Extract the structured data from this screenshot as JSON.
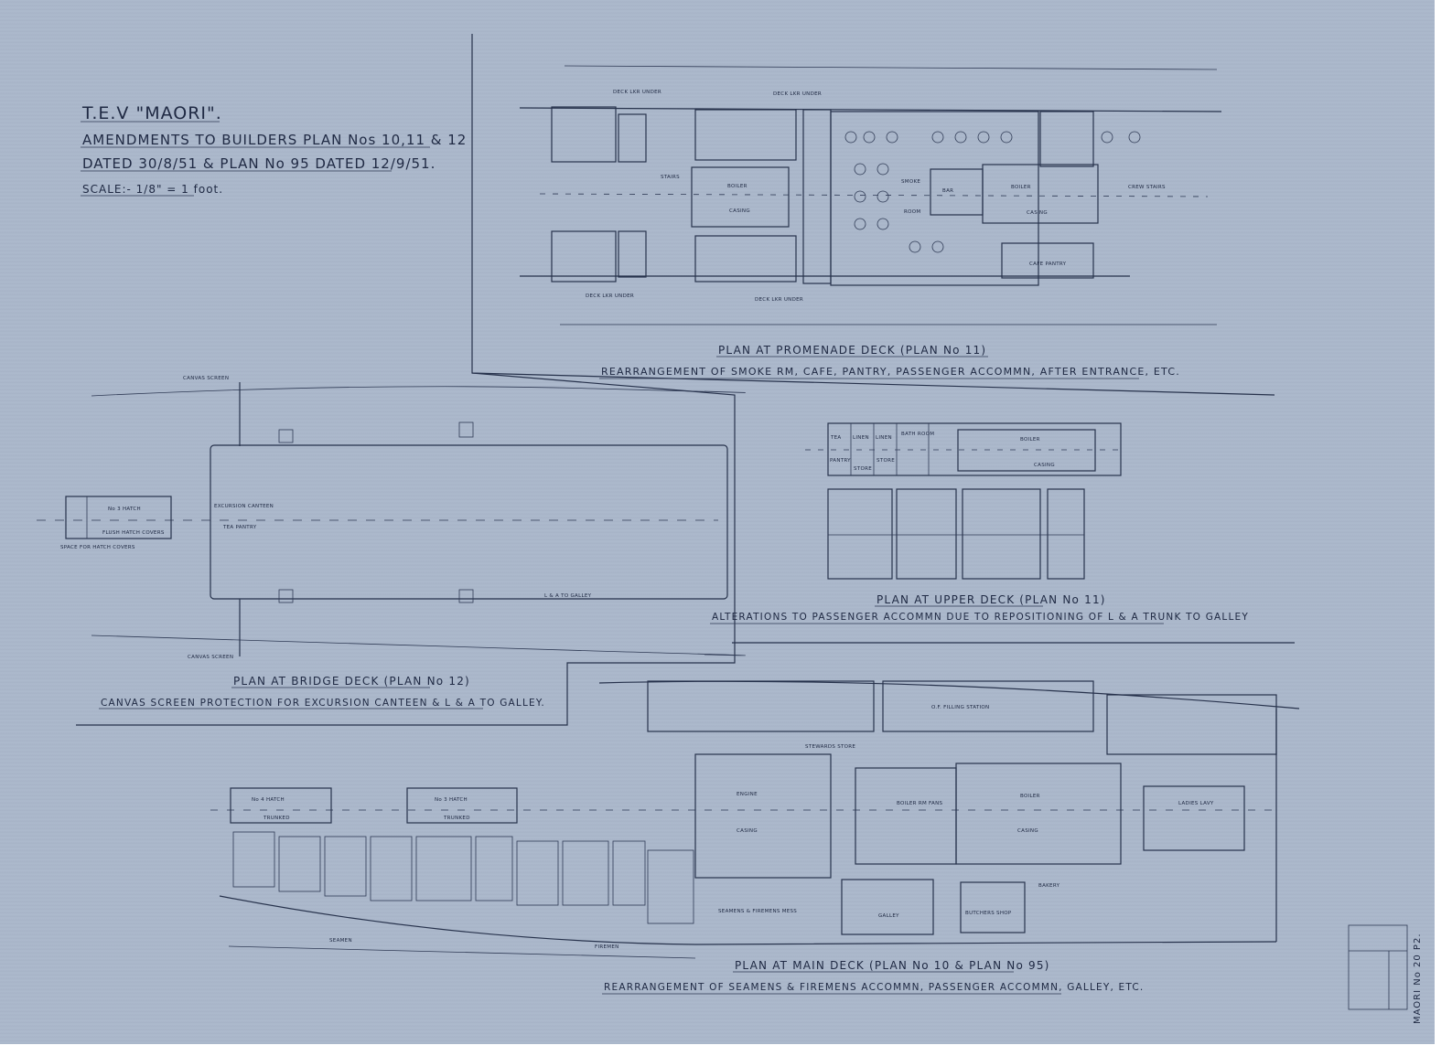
{
  "title": {
    "vessel": "T.E.V \"MAORI\".",
    "line1": "AMENDMENTS TO BUILDERS PLAN Nos 10,11 & 12",
    "line2": "DATED 30/8/51 & PLAN No 95 DATED 12/9/51.",
    "scale": "SCALE:- 1/8\" = 1 foot."
  },
  "plans": {
    "promenade": {
      "title": "PLAN AT PROMENADE DECK (PLAN No 11)",
      "subtitle": "REARRANGEMENT OF SMOKE RM, CAFE, PANTRY, PASSENGER ACCOMMN, AFTER ENTRANCE, ETC.",
      "labels": [
        "BOILER",
        "CASING",
        "SMOKE",
        "ROOM",
        "BAR",
        "BOILER",
        "CASING",
        "CAFE PANTRY",
        "DECK LKR UNDER",
        "DECK LKR UNDER",
        "DECK LKR UNDER",
        "DECK LKR UNDER",
        "CREW STAIRS",
        "STAIRS"
      ]
    },
    "bridge": {
      "title": "PLAN AT BRIDGE DECK (PLAN No 12)",
      "subtitle": "CANVAS SCREEN PROTECTION FOR EXCURSION CANTEEN & L & A TO GALLEY.",
      "labels": [
        "No 3 HATCH",
        "FLUSH HATCH COVERS",
        "SPACE FOR HATCH COVERS",
        "EXCURSION CANTEEN",
        "TEA PANTRY",
        "CANVAS SCREEN",
        "CANVAS SCREEN",
        "L & A TO GALLEY"
      ]
    },
    "upper": {
      "title": "PLAN AT UPPER DECK (PLAN No 11)",
      "subtitle": "ALTERATIONS TO PASSENGER ACCOMMN DUE TO REPOSITIONING OF L & A TRUNK TO GALLEY",
      "labels": [
        "TEA",
        "LINEN",
        "LINEN",
        "BATH ROOM",
        "BOILER",
        "CASING",
        "PANTRY",
        "STORE",
        "STORE"
      ]
    },
    "main": {
      "title": "PLAN AT MAIN DECK (PLAN No 10 & PLAN No 95)",
      "subtitle": "REARRANGEMENT OF SEAMENS & FIREMENS ACCOMMN, PASSENGER ACCOMMN, GALLEY, ETC.",
      "labels": [
        "No 4 HATCH",
        "TRUNKED",
        "No 3 HATCH",
        "TRUNKED",
        "ENGINE",
        "CASING",
        "BOILER",
        "CASING",
        "GALLEY",
        "SEAMENS & FIREMENS MESS",
        "BOILER RM FANS",
        "SEAMEN",
        "FIREMEN",
        "O.F. FILLING STATION",
        "BUTCHERS SHOP",
        "BAKERY",
        "STEWARDS STORE",
        "LADIES LAVY"
      ]
    }
  },
  "margin_note": "MAORI No 20 P2."
}
